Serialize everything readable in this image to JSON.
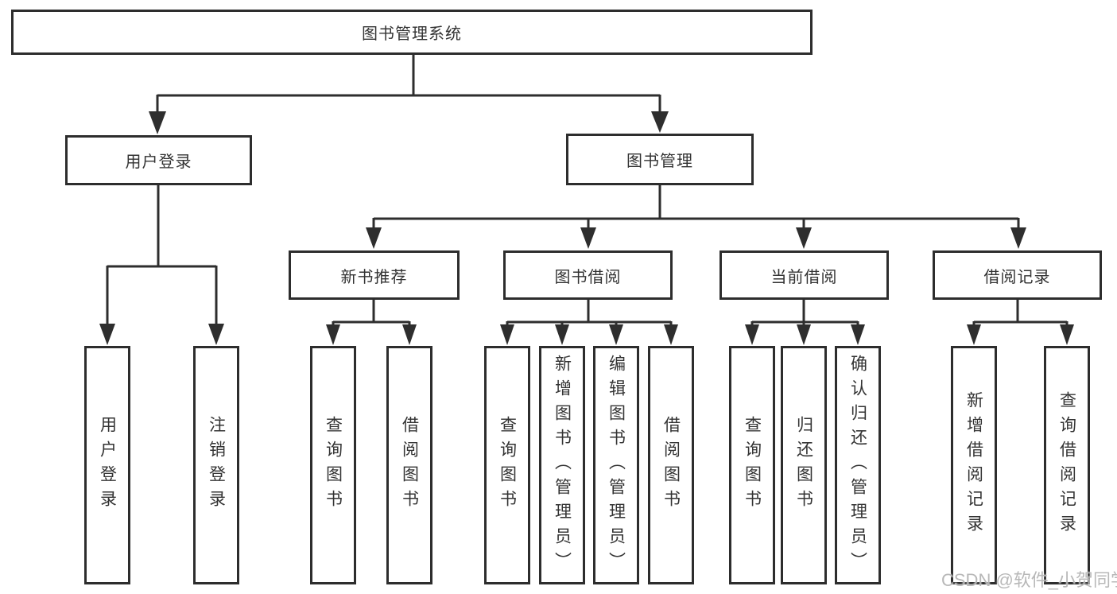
{
  "diagram": {
    "root": {
      "label": "图书管理系统"
    },
    "branches": [
      {
        "label": "用户登录"
      },
      {
        "label": "图书管理"
      }
    ],
    "modules": [
      {
        "label": "新书推荐"
      },
      {
        "label": "图书借阅"
      },
      {
        "label": "当前借阅"
      },
      {
        "label": "借阅记录"
      }
    ],
    "leaves": [
      {
        "parent": "用户登录",
        "label": "用户登录"
      },
      {
        "parent": "用户登录",
        "label": "注销登录"
      },
      {
        "parent": "新书推荐",
        "label": "查询图书"
      },
      {
        "parent": "新书推荐",
        "label": "借阅图书"
      },
      {
        "parent": "图书借阅",
        "label": "查询图书"
      },
      {
        "parent": "图书借阅",
        "label": "新增图书（管理员）"
      },
      {
        "parent": "图书借阅",
        "label": "编辑图书（管理员）"
      },
      {
        "parent": "图书借阅",
        "label": "借阅图书"
      },
      {
        "parent": "当前借阅",
        "label": "查询图书"
      },
      {
        "parent": "当前借阅",
        "label": "归还图书"
      },
      {
        "parent": "当前借阅",
        "label": "确认归还（管理员）"
      },
      {
        "parent": "借阅记录",
        "label": "新增借阅记录"
      },
      {
        "parent": "借阅记录",
        "label": "查询借阅记录"
      }
    ]
  },
  "watermark": "CSDN @软件_小贺同学",
  "colors": {
    "line": "#2e2e2e",
    "border": "#2d2d2d",
    "text": "#333333",
    "background": "#ffffff",
    "watermark": "#b2b2b2"
  }
}
